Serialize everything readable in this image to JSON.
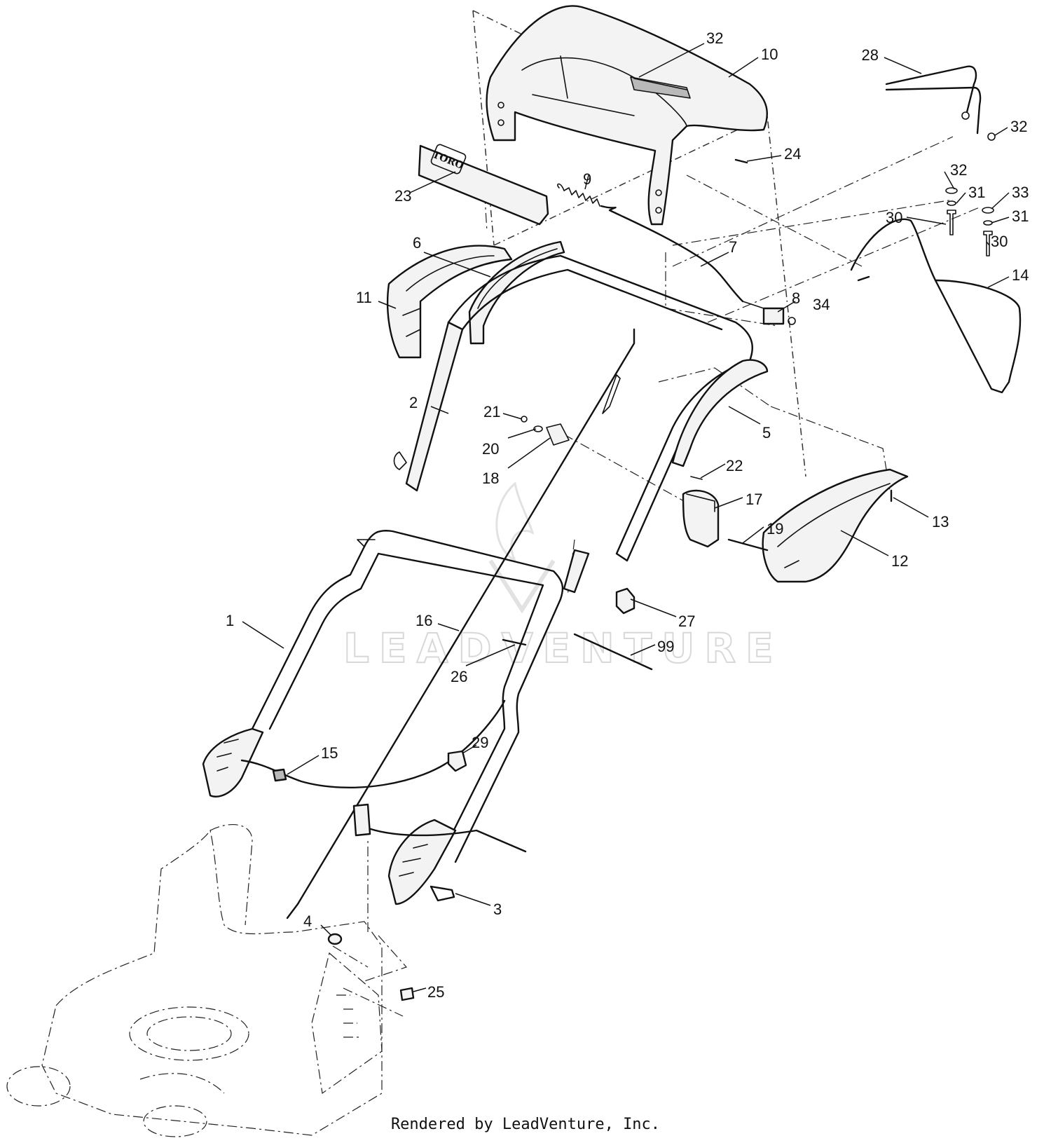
{
  "footer": {
    "text": "Rendered by LeadVenture, Inc."
  },
  "watermark": {
    "text": "LEADVENTURE"
  },
  "logo": {
    "text": "TORO"
  },
  "callouts": [
    "1",
    "2",
    "3",
    "4",
    "5",
    "6",
    "7",
    "8",
    "9",
    "10",
    "11",
    "12",
    "13",
    "14",
    "15",
    "16",
    "17",
    "18",
    "19",
    "20",
    "21",
    "22",
    "23",
    "24",
    "25",
    "26",
    "27",
    "28",
    "29",
    "30",
    "30",
    "31",
    "31",
    "32",
    "32",
    "32",
    "33",
    "34",
    "99"
  ]
}
